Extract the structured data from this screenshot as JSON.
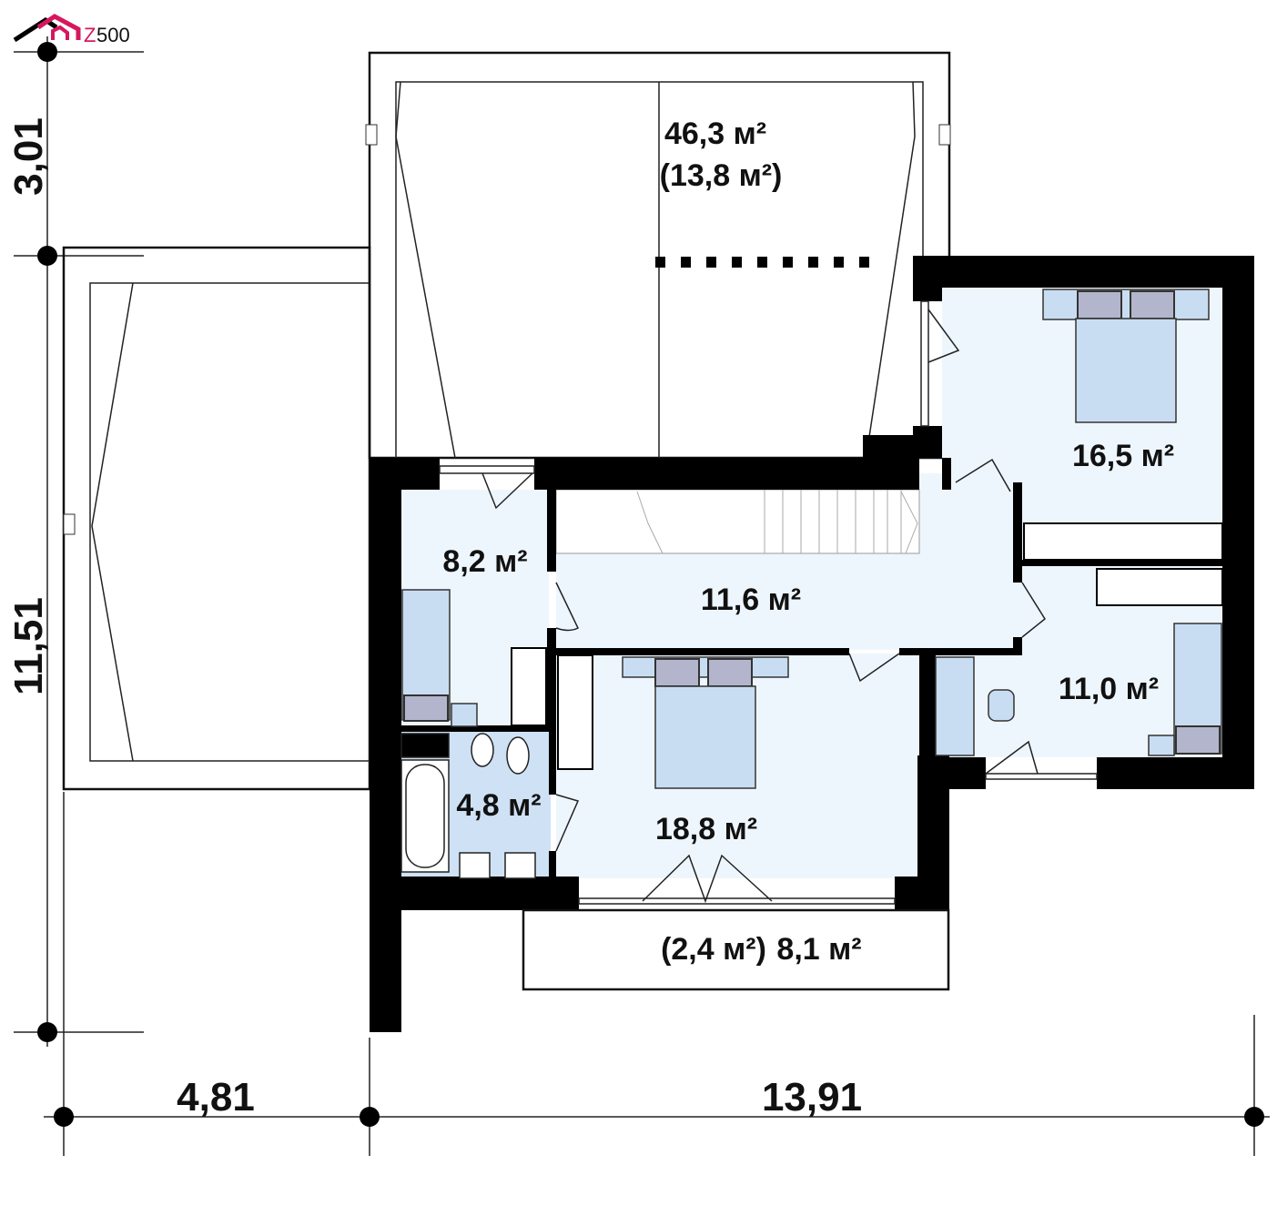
{
  "logo": {
    "text": "Z500"
  },
  "dimensions": {
    "vertical_top": "3,01",
    "vertical_main": "11,51",
    "horizontal_left": "4,81",
    "horizontal_main": "13,91"
  },
  "rooms": {
    "terrace_top_area": "46,3 м²",
    "terrace_top_sub": "(13,8 м²)",
    "bedroom_1": "16,5 м²",
    "dressing": "8,2 м²",
    "hall": "11,6 м²",
    "bedroom_2": "11,0 м²",
    "bathroom": "4,8 м²",
    "bedroom_master": "18,8 м²",
    "balcony_sub": "(2,4 м²)",
    "balcony_area": "8,1 м²"
  },
  "colors": {
    "logo_accent": "#d6175e",
    "room_fill": "#eef6fd",
    "furniture": "#c9ddf2"
  }
}
